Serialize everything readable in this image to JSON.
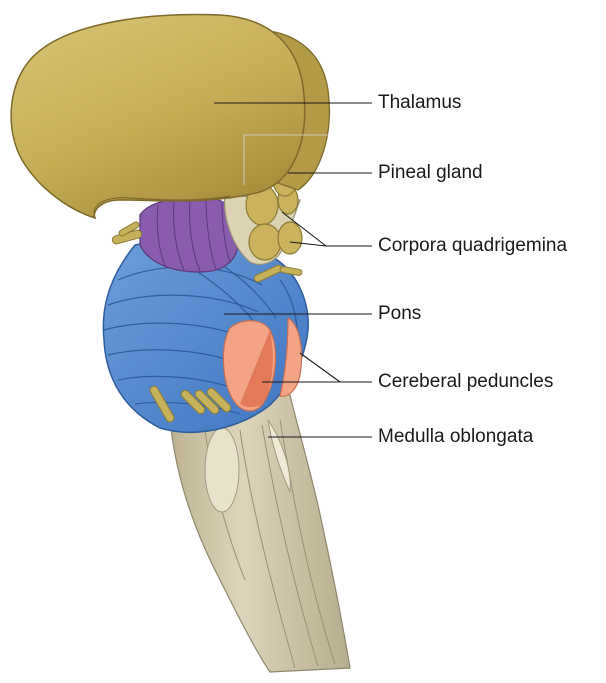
{
  "labels": {
    "thalamus": "Thalamus",
    "pineal_gland": "Pineal gland",
    "corpora_quadrigemina": "Corpora quadrigemina",
    "pons": "Pons",
    "cerebral_peduncles": "Cereberal peduncles",
    "medulla_oblongata": "Medulla oblongata"
  },
  "colors": {
    "thalamus": "#c8b15b",
    "pons_cerebellum": "#5b8fd0",
    "midbrain_purple": "#8559a8",
    "peduncles": "#f09a7e",
    "medulla": "#d5ccb0",
    "leader_line": "#1a1a1a"
  }
}
